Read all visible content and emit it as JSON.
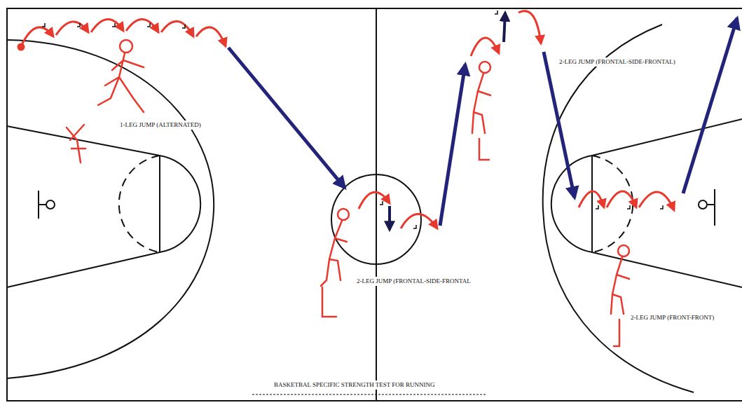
{
  "diagram": {
    "caption": "BASKETBAL SPECIFIC STRENGTH TEST FOR RUNNING",
    "labels": [
      "1-LEG JUMP (ALTERNATED)",
      "2-LEG JUMP (FRONTAL-SIDE-FRONTAL",
      "2-LEG JUMP (FRONTAL-SIDE-FRONTAL)",
      "2-LEG JUMP (FRONT-FRONT)"
    ]
  }
}
